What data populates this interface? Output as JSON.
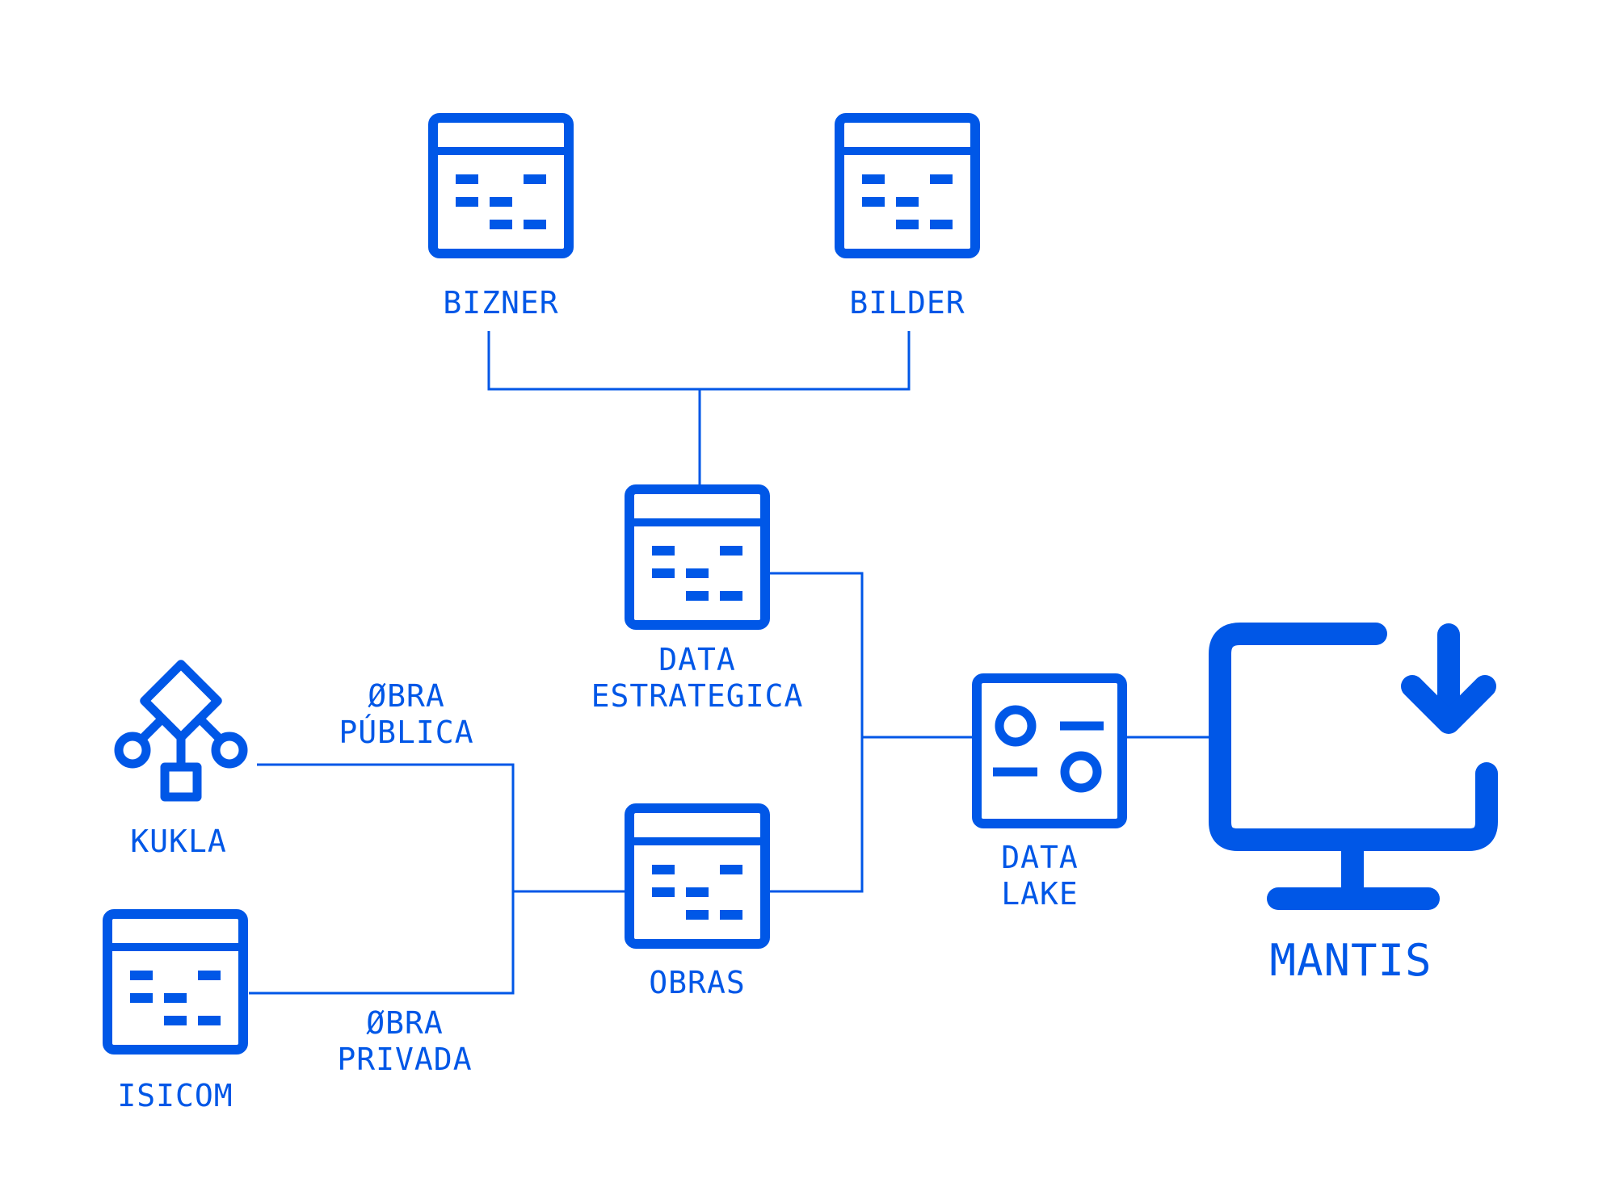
{
  "colors": {
    "accent": "#0057E7",
    "background": "#FFFFFF"
  },
  "nodes": {
    "bizner": {
      "label": "BIZNER",
      "icon": "database-table-icon"
    },
    "bilder": {
      "label": "BILDER",
      "icon": "database-table-icon"
    },
    "estrategica": {
      "label_line1": "DATA",
      "label_line2": "ESTRATEGICA",
      "icon": "database-table-icon"
    },
    "obras": {
      "label": "OBRAS",
      "icon": "database-table-icon"
    },
    "isicom": {
      "label": "ISICOM",
      "icon": "database-table-icon"
    },
    "kukla": {
      "label": "KUKLA",
      "icon": "workflow-diamond-icon"
    },
    "datalake": {
      "label_line1": "DATA",
      "label_line2": "LAKE",
      "icon": "sliders-panel-icon"
    },
    "mantis": {
      "label": "MANTIS",
      "icon": "monitor-download-icon"
    }
  },
  "edges": {
    "obra_publica": {
      "line1": "ØBRA",
      "line2": "PÚBLICA"
    },
    "obra_privada": {
      "line1": "ØBRA",
      "line2": "PRIVADA"
    }
  }
}
